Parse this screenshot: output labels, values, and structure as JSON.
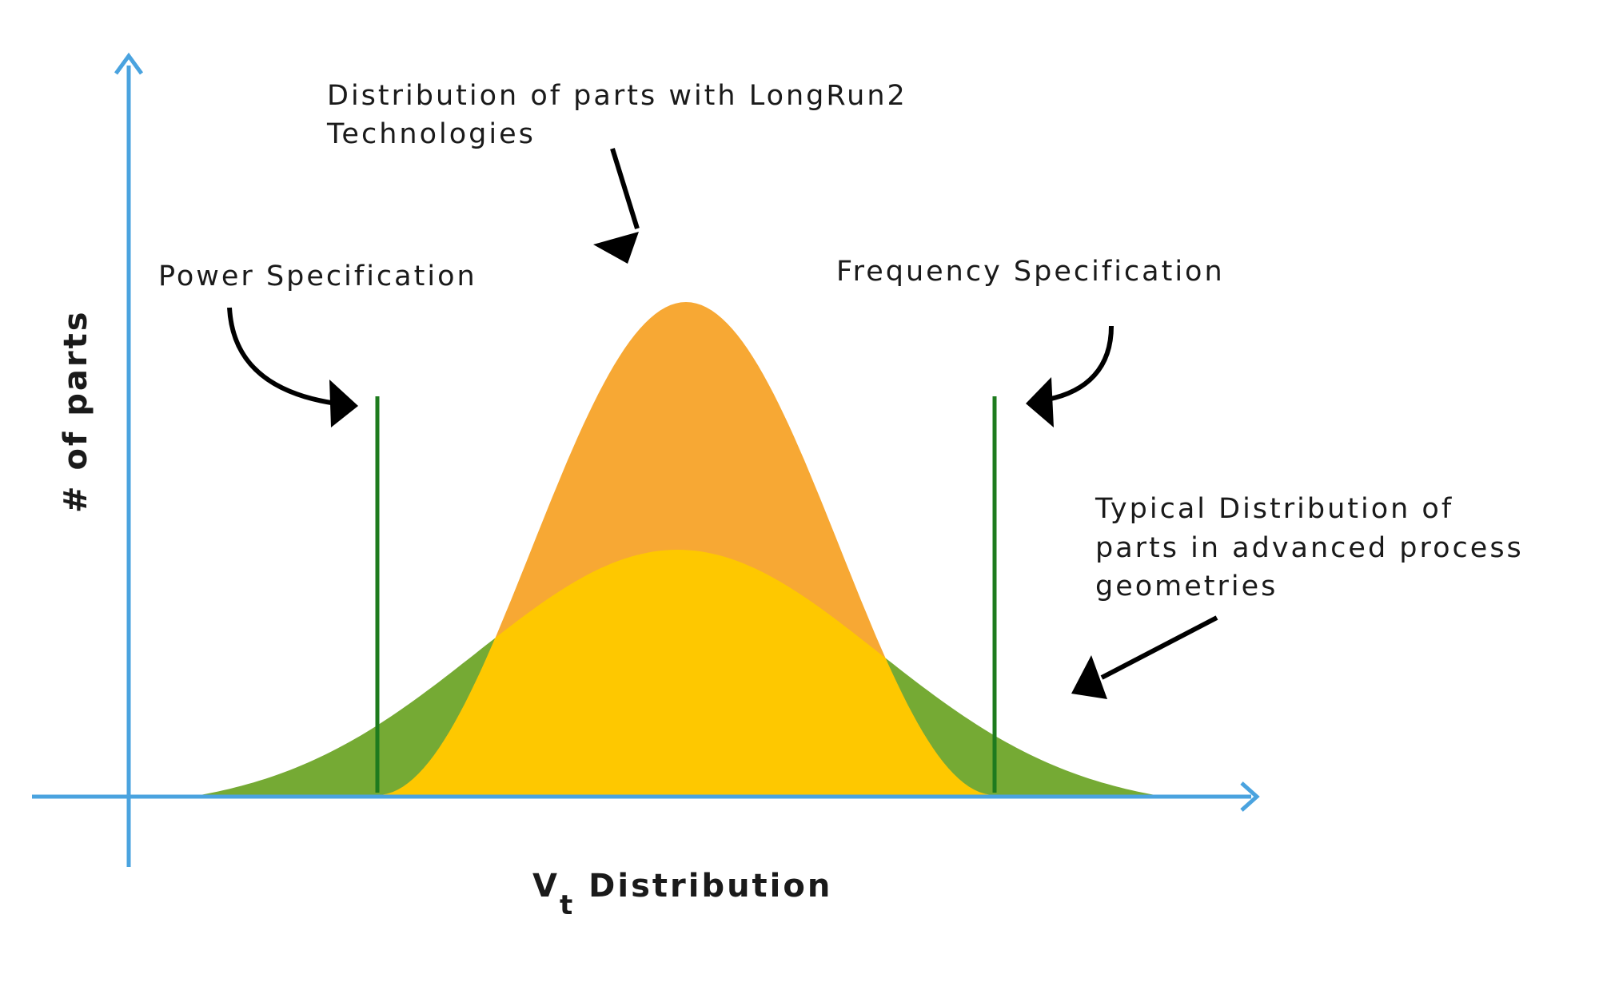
{
  "annotations": {
    "longrun": {
      "line1": "Distribution of parts with LongRun2",
      "line2": "Technologies"
    },
    "power_spec": "Power Specification",
    "frequency_spec": "Frequency Specification",
    "typical": {
      "line1": "Typical Distribution of",
      "line2": "parts in advanced process",
      "line3": "geometries"
    }
  },
  "axes": {
    "y_label": "# of parts",
    "x_label_main": "V",
    "x_label_sub": "t",
    "x_label_rest": " Distribution"
  },
  "colors": {
    "axis": "#4aa3df",
    "typical_distribution": "#75aa34",
    "longrun_distribution": "#f7a834",
    "overlap": "#fec800",
    "spec_line": "#1e7b1e",
    "arrow": "#000000"
  }
}
